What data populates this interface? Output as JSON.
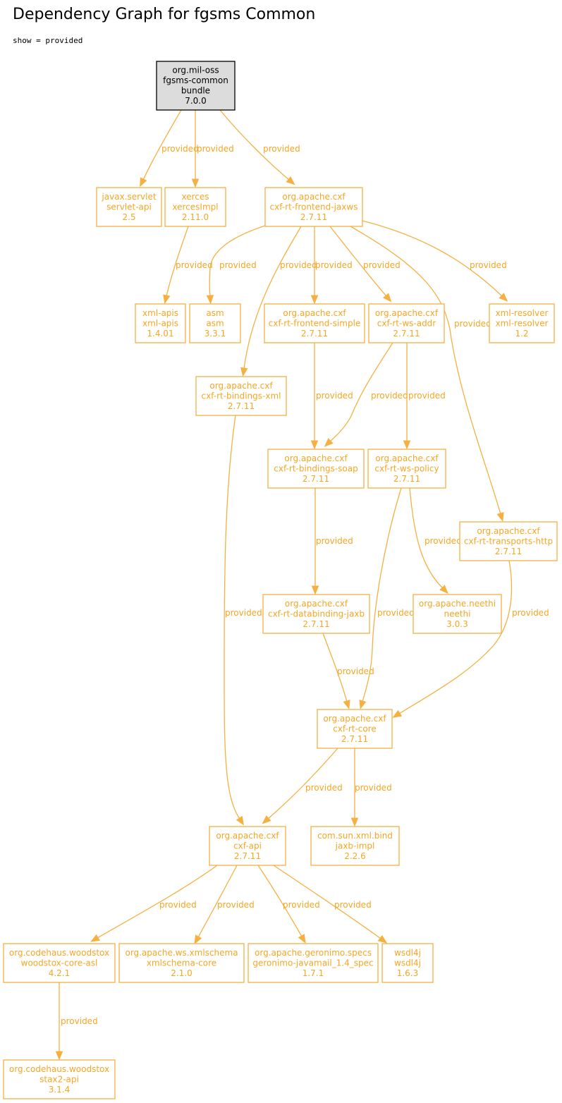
{
  "header": {
    "title": "Dependency Graph for fgsms Common",
    "filter": "show = provided"
  },
  "colors": {
    "accent": "#f5a623",
    "edge": "#f5b041",
    "root_fill": "#dcdcdc",
    "root_stroke": "#000000"
  },
  "nodes": [
    {
      "id": "root",
      "root": true,
      "lines": [
        "org.mil-oss",
        "fgsms-common",
        "bundle",
        "7.0.0"
      ]
    },
    {
      "id": "servlet-api",
      "lines": [
        "javax.servlet",
        "servlet-api",
        "2.5"
      ]
    },
    {
      "id": "xercesImpl",
      "lines": [
        "xerces",
        "xercesImpl",
        "2.11.0"
      ]
    },
    {
      "id": "cxf-rt-frontend-jaxws",
      "lines": [
        "org.apache.cxf",
        "cxf-rt-frontend-jaxws",
        "2.7.11"
      ]
    },
    {
      "id": "xml-apis",
      "lines": [
        "xml-apis",
        "xml-apis",
        "1.4.01"
      ]
    },
    {
      "id": "asm",
      "lines": [
        "asm",
        "asm",
        "3.3.1"
      ]
    },
    {
      "id": "cxf-rt-frontend-simple",
      "lines": [
        "org.apache.cxf",
        "cxf-rt-frontend-simple",
        "2.7.11"
      ]
    },
    {
      "id": "cxf-rt-ws-addr",
      "lines": [
        "org.apache.cxf",
        "cxf-rt-ws-addr",
        "2.7.11"
      ]
    },
    {
      "id": "xml-resolver",
      "lines": [
        "xml-resolver",
        "xml-resolver",
        "1.2"
      ]
    },
    {
      "id": "cxf-rt-bindings-xml",
      "lines": [
        "org.apache.cxf",
        "cxf-rt-bindings-xml",
        "2.7.11"
      ]
    },
    {
      "id": "cxf-rt-bindings-soap",
      "lines": [
        "org.apache.cxf",
        "cxf-rt-bindings-soap",
        "2.7.11"
      ]
    },
    {
      "id": "cxf-rt-ws-policy",
      "lines": [
        "org.apache.cxf",
        "cxf-rt-ws-policy",
        "2.7.11"
      ]
    },
    {
      "id": "cxf-rt-transports-http",
      "lines": [
        "org.apache.cxf",
        "cxf-rt-transports-http",
        "2.7.11"
      ]
    },
    {
      "id": "cxf-rt-databinding-jaxb",
      "lines": [
        "org.apache.cxf",
        "cxf-rt-databinding-jaxb",
        "2.7.11"
      ]
    },
    {
      "id": "neethi",
      "lines": [
        "org.apache.neethi",
        "neethi",
        "3.0.3"
      ]
    },
    {
      "id": "cxf-rt-core",
      "lines": [
        "org.apache.cxf",
        "cxf-rt-core",
        "2.7.11"
      ]
    },
    {
      "id": "cxf-api",
      "lines": [
        "org.apache.cxf",
        "cxf-api",
        "2.7.11"
      ]
    },
    {
      "id": "jaxb-impl",
      "lines": [
        "com.sun.xml.bind",
        "jaxb-impl",
        "2.2.6"
      ]
    },
    {
      "id": "woodstox-core-asl",
      "lines": [
        "org.codehaus.woodstox",
        "woodstox-core-asl",
        "4.2.1"
      ]
    },
    {
      "id": "xmlschema-core",
      "lines": [
        "org.apache.ws.xmlschema",
        "xmlschema-core",
        "2.1.0"
      ]
    },
    {
      "id": "geronimo-javamail",
      "lines": [
        "org.apache.geronimo.specs",
        "geronimo-javamail_1.4_spec",
        "1.7.1"
      ]
    },
    {
      "id": "wsdl4j",
      "lines": [
        "wsdl4j",
        "wsdl4j",
        "1.6.3"
      ]
    },
    {
      "id": "stax2-api",
      "lines": [
        "org.codehaus.woodstox",
        "stax2-api",
        "3.1.4"
      ]
    }
  ],
  "edges": [
    {
      "from": "root",
      "to": "servlet-api",
      "label": "provided"
    },
    {
      "from": "root",
      "to": "xercesImpl",
      "label": "provided"
    },
    {
      "from": "root",
      "to": "cxf-rt-frontend-jaxws",
      "label": "provided"
    },
    {
      "from": "xercesImpl",
      "to": "xml-apis",
      "label": "provided"
    },
    {
      "from": "cxf-rt-frontend-jaxws",
      "to": "asm",
      "label": "provided"
    },
    {
      "from": "cxf-rt-frontend-jaxws",
      "to": "cxf-rt-bindings-xml",
      "label": "provided"
    },
    {
      "from": "cxf-rt-frontend-jaxws",
      "to": "cxf-rt-frontend-simple",
      "label": "provided"
    },
    {
      "from": "cxf-rt-frontend-jaxws",
      "to": "cxf-rt-ws-addr",
      "label": "provided"
    },
    {
      "from": "cxf-rt-frontend-jaxws",
      "to": "cxf-rt-transports-http",
      "label": "provided"
    },
    {
      "from": "cxf-rt-frontend-jaxws",
      "to": "xml-resolver",
      "label": "provided"
    },
    {
      "from": "cxf-rt-frontend-simple",
      "to": "cxf-rt-bindings-soap",
      "label": "provided"
    },
    {
      "from": "cxf-rt-ws-addr",
      "to": "cxf-rt-bindings-soap",
      "label": "provided"
    },
    {
      "from": "cxf-rt-ws-addr",
      "to": "cxf-rt-ws-policy",
      "label": "provided"
    },
    {
      "from": "cxf-rt-bindings-xml",
      "to": "cxf-api",
      "label": "provided"
    },
    {
      "from": "cxf-rt-bindings-soap",
      "to": "cxf-rt-databinding-jaxb",
      "label": "provided"
    },
    {
      "from": "cxf-rt-ws-policy",
      "to": "neethi",
      "label": "provided"
    },
    {
      "from": "cxf-rt-ws-policy",
      "to": "cxf-rt-core",
      "label": "provided"
    },
    {
      "from": "cxf-rt-transports-http",
      "to": "cxf-rt-core",
      "label": "provided"
    },
    {
      "from": "cxf-rt-databinding-jaxb",
      "to": "cxf-rt-core",
      "label": "provided"
    },
    {
      "from": "cxf-rt-core",
      "to": "cxf-api",
      "label": "provided"
    },
    {
      "from": "cxf-rt-core",
      "to": "jaxb-impl",
      "label": "provided"
    },
    {
      "from": "cxf-api",
      "to": "woodstox-core-asl",
      "label": "provided"
    },
    {
      "from": "cxf-api",
      "to": "xmlschema-core",
      "label": "provided"
    },
    {
      "from": "cxf-api",
      "to": "geronimo-javamail",
      "label": "provided"
    },
    {
      "from": "cxf-api",
      "to": "wsdl4j",
      "label": "provided"
    },
    {
      "from": "woodstox-core-asl",
      "to": "stax2-api",
      "label": "provided"
    }
  ]
}
